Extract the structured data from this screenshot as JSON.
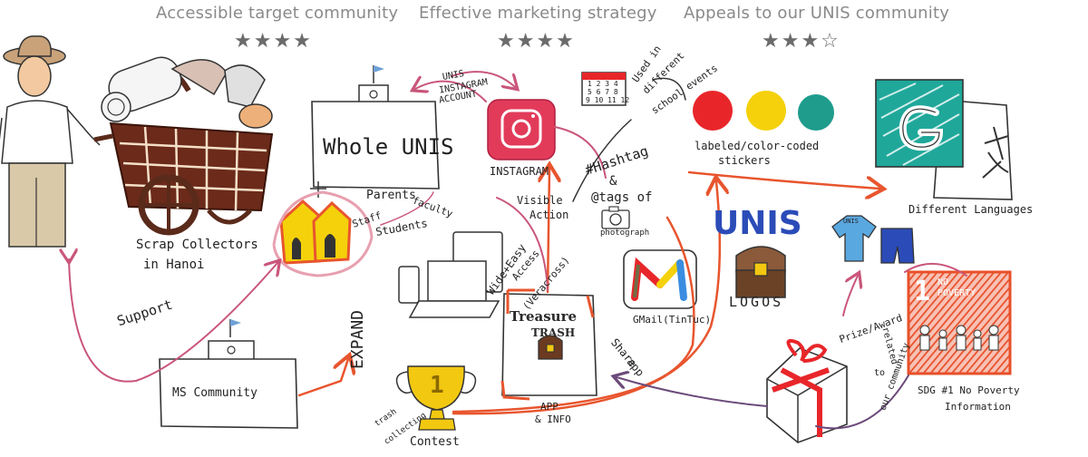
{
  "headers": [
    {
      "title": "Accessible target community",
      "stars": "★★★★"
    },
    {
      "title": "Effective marketing strategy",
      "stars": "★★★★"
    },
    {
      "title": "Appeals to our UNIS community",
      "stars": "★★★☆"
    }
  ],
  "labels": {
    "scrap_collectors": "Scrap   Collectors",
    "in_hanoi": "in   Hanoi",
    "support": "Support",
    "whole_unis": "Whole UNIS",
    "unis_instagram_account": [
      "UNIS",
      "INSTAGRAM",
      "ACCOUNT"
    ],
    "instagram": "INSTAGRAM",
    "used_in_events": [
      "Used in",
      "different",
      "school events"
    ],
    "calendar_nums": [
      "1 2 3 4",
      "5 6 7 8",
      "9 10 11 12"
    ],
    "labeled_stickers": [
      "labeled/color-coded",
      "stickers"
    ],
    "hashtag": [
      "#Hashtag",
      "&",
      "@tags of"
    ],
    "photograph": "photograph",
    "visible_action": [
      "Visible",
      "Action"
    ],
    "parents": "Parents",
    "faculty": "faculty",
    "staff": "Staff",
    "students": "Students",
    "wide_easy_access": [
      "Wide+Easy",
      "Access",
      "(Veracross)"
    ],
    "gmail": "GMail(TinTuc)",
    "unis_logo": "UNIS",
    "logos": "LOGOS",
    "different_languages": "Different Languages",
    "shirt_label": "UNIS",
    "ms_community": "MS   Community",
    "expand": "EXPAND",
    "treasure": "Treasure",
    "trash": "TRASH",
    "app_info": [
      "APP",
      "& INFO"
    ],
    "share_app": [
      "Share",
      "app"
    ],
    "prize_award": [
      "Prize/Award",
      "related",
      "to",
      "our community"
    ],
    "no_poverty_num": "1",
    "no_poverty": [
      "NO",
      "POVERTY"
    ],
    "sdg_info": [
      "SDG #1 No Poverty",
      "Information"
    ],
    "trash_collecting": [
      "trash",
      "collecting"
    ],
    "contest": "Contest",
    "trophy_num": "1"
  },
  "colors": {
    "pink_arrow": "#c9567a",
    "orange_arrow": "#e8552e",
    "purple_arrow": "#6b4a7a",
    "basket": "#5a2a1a",
    "instagram": "#e23b5a",
    "red_dot": "#e8262a",
    "yellow_dot": "#f4d10a",
    "teal_dot": "#1f9c8c",
    "unis_blue": "#2b4bb8",
    "sdg_red": "#e8502a",
    "trophy": "#f2c811"
  }
}
